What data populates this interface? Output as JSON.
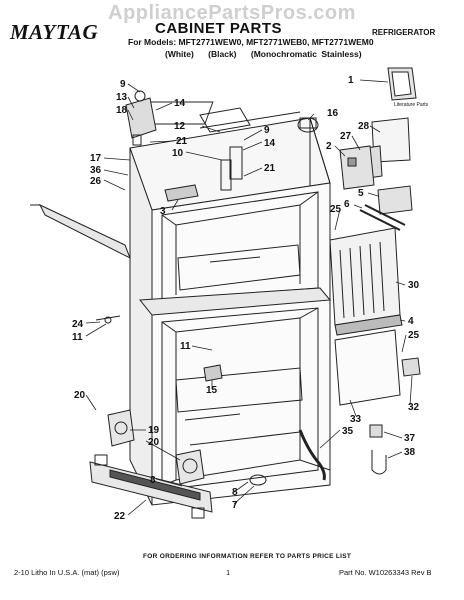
{
  "header": {
    "watermark": "AppliancePartsPros.com",
    "brand": "MAYTAG",
    "title": "CABINET PARTS",
    "category": "REFRIGERATOR",
    "models_line": "For Models: MFT2771WEW0, MFT2771WEB0, MFT2771WEM0",
    "variants": [
      "(White)",
      "(Black)",
      "(Monochromatic Stainless)"
    ]
  },
  "diagram": {
    "literature_label": "Literature Parts",
    "callouts": [
      {
        "n": "9"
      },
      {
        "n": "13"
      },
      {
        "n": "18"
      },
      {
        "n": "14"
      },
      {
        "n": "12"
      },
      {
        "n": "21"
      },
      {
        "n": "10"
      },
      {
        "n": "9"
      },
      {
        "n": "14"
      },
      {
        "n": "16"
      },
      {
        "n": "21"
      },
      {
        "n": "17"
      },
      {
        "n": "36"
      },
      {
        "n": "26"
      },
      {
        "n": "3"
      },
      {
        "n": "1"
      },
      {
        "n": "28"
      },
      {
        "n": "27"
      },
      {
        "n": "2"
      },
      {
        "n": "5"
      },
      {
        "n": "6"
      },
      {
        "n": "25"
      },
      {
        "n": "30"
      },
      {
        "n": "4"
      },
      {
        "n": "25"
      },
      {
        "n": "24"
      },
      {
        "n": "11"
      },
      {
        "n": "11"
      },
      {
        "n": "15"
      },
      {
        "n": "32"
      },
      {
        "n": "20"
      },
      {
        "n": "33"
      },
      {
        "n": "37"
      },
      {
        "n": "35"
      },
      {
        "n": "38"
      },
      {
        "n": "19"
      },
      {
        "n": "20"
      },
      {
        "n": "8"
      },
      {
        "n": "8"
      },
      {
        "n": "7"
      },
      {
        "n": "22"
      }
    ]
  },
  "footer": {
    "order_info": "FOR ORDERING INFORMATION REFER TO PARTS PRICE LIST",
    "litho": "2-10 Litho In U.S.A. (mat) (psw)",
    "page": "1",
    "part_no": "Part No. W10263343 Rev B"
  }
}
